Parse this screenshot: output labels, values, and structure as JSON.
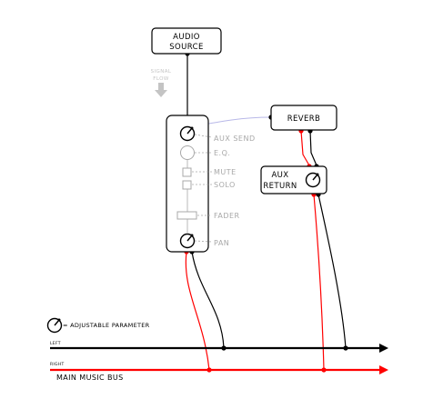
{
  "nodes": {
    "audio_source": {
      "line1": "AUDIO",
      "line2": "SOURCE"
    },
    "reverb": {
      "label": "REVERB"
    },
    "aux_return": {
      "line1": "AUX",
      "line2": "RETURN"
    }
  },
  "signal_flow": {
    "line1": "SIGNAL",
    "line2": "FLOW"
  },
  "channel_strip": {
    "controls": [
      {
        "label": "AUX SEND"
      },
      {
        "label": "E.Q."
      },
      {
        "label": "MUTE"
      },
      {
        "label": "SOLO"
      },
      {
        "label": "FADER"
      },
      {
        "label": "PAN"
      }
    ]
  },
  "legend": {
    "text": "= ADJUSTABLE PARAMETER"
  },
  "bus": {
    "left_label": "LEFT",
    "right_label": "RIGHT",
    "title": "MAIN MUSIC BUS"
  },
  "colors": {
    "left_wire": "#000000",
    "right_wire": "#ff0000",
    "send_wire": "#b8b8e8",
    "control_grey": "#a8a8a8"
  }
}
